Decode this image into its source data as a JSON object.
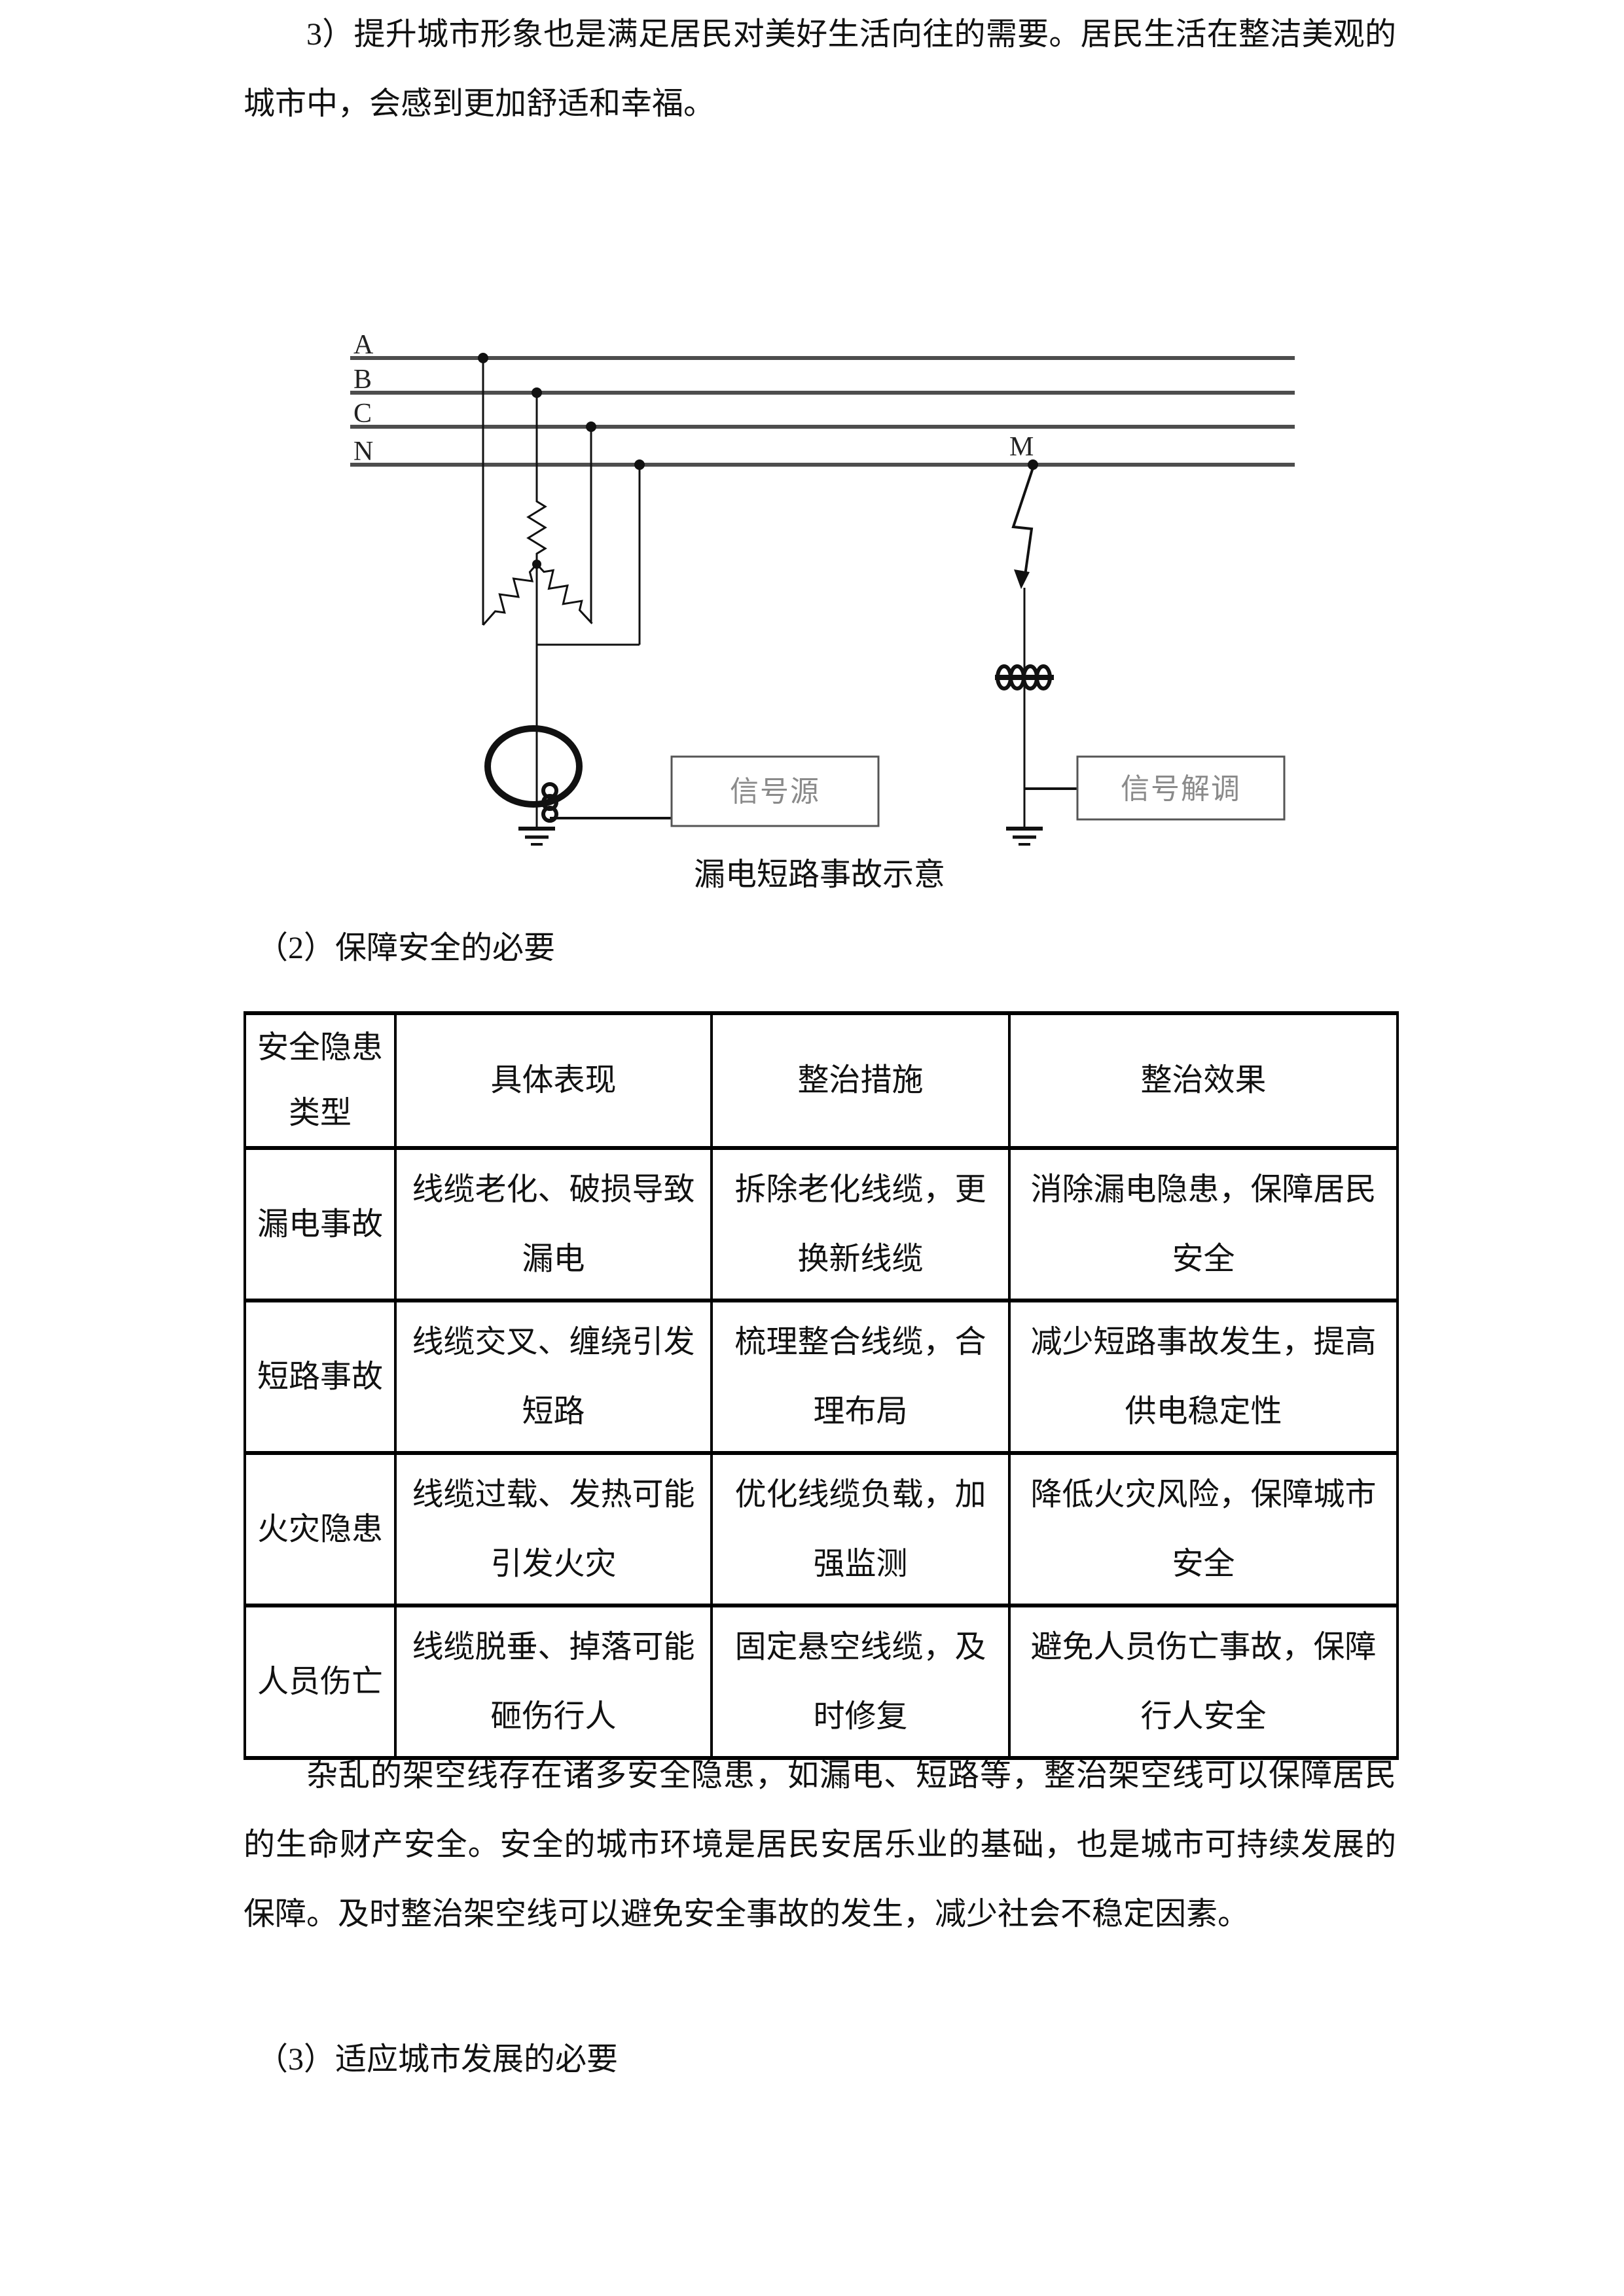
{
  "content": {
    "paragraph_city_image": "3）提升城市形象也是满足居民对美好生活向往的需要。居民生活在整洁美观的城市中，会感到更加舒适和幸福。",
    "section_2_heading": "（2）保障安全的必要",
    "paragraph_safety": "杂乱的架空线存在诸多安全隐患，如漏电、短路等，整治架空线可以保障居民的生命财产安全。安全的城市环境是居民安居乐业的基础，也是城市可持续发展的保障。及时整治架空线可以避免安全事故的发生，减少社会不稳定因素。",
    "section_3_heading": "（3）适应城市发展的必要"
  },
  "figure": {
    "caption": "漏电短路事故示意",
    "bus_labels": {
      "a": "A",
      "b": "B",
      "c": "C",
      "n": "N"
    },
    "fault_point_label": "M",
    "signal_source_label": "信号源",
    "signal_demodulator_label": "信号解调"
  },
  "table": {
    "headers": [
      "安全隐患类型",
      "具体表现",
      "整治措施",
      "整治效果"
    ],
    "rows": [
      [
        "漏电事故",
        "线缆老化、破损导致漏电",
        "拆除老化线缆，更换新线缆",
        "消除漏电隐患，保障居民安全"
      ],
      [
        "短路事故",
        "线缆交叉、缠绕引发短路",
        "梳理整合线缆，合理布局",
        "减少短路事故发生，提高供电稳定性"
      ],
      [
        "火灾隐患",
        "线缆过载、发热可能引发火灾",
        "优化线缆负载，加强监测",
        "降低火灾风险，保障城市安全"
      ],
      [
        "人员伤亡",
        "线缆脱垂、掉落可能砸伤行人",
        "固定悬空线缆，及时修复",
        "避免人员伤亡事故，保障行人安全"
      ]
    ]
  },
  "colors": {
    "text": "#111111",
    "bus_line": "#4d4d4d",
    "circuit_line": "#111111",
    "table_border": "#000000",
    "box_text": "#8a8a8a"
  }
}
